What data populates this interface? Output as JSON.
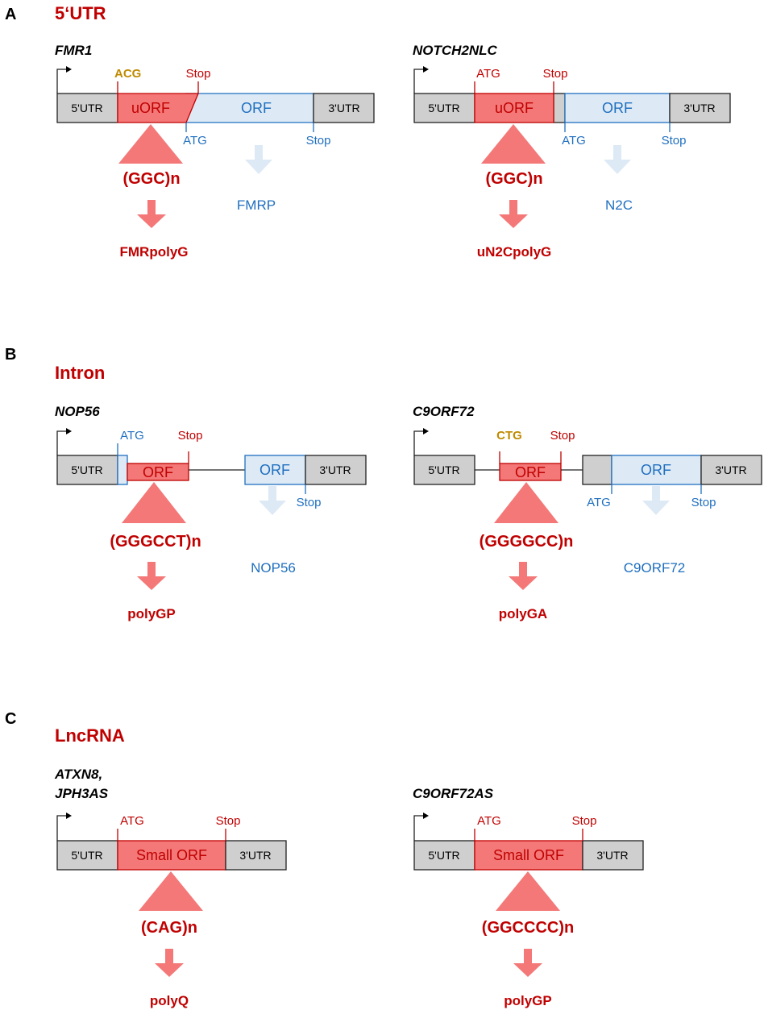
{
  "panels": [
    {
      "letter": "A",
      "title": "5‘UTR",
      "constructs": [
        {
          "gene": "FMR1",
          "utr5": "5'UTR",
          "utr3": "3'UTR",
          "red_orf_label": "uORF",
          "blue_orf_label": "ORF",
          "start_red": "ACG",
          "stop_red": "Stop",
          "start_blue": "ATG",
          "stop_blue": "Stop",
          "repeat": "(GGC)n",
          "product": "FMRpolyG",
          "protein": "FMRP"
        },
        {
          "gene": "NOTCH2NLC",
          "utr5": "5'UTR",
          "utr3": "3'UTR",
          "red_orf_label": "uORF",
          "blue_orf_label": "ORF",
          "start_red": "ATG",
          "stop_red": "Stop",
          "start_blue": "ATG",
          "stop_blue": "Stop",
          "repeat": "(GGC)n",
          "product": "uN2CpolyG",
          "protein": "N2C"
        }
      ]
    },
    {
      "letter": "B",
      "title": "Intron",
      "constructs": [
        {
          "gene": "NOP56",
          "utr5": "5'UTR",
          "utr3": "3'UTR",
          "red_orf_label": "ORF",
          "blue_orf_label": "ORF",
          "start_blue_top": "ATG",
          "stop_red": "Stop",
          "stop_blue": "Stop",
          "repeat": "(GGGCCT)n",
          "product": "polyGP",
          "protein": "NOP56"
        },
        {
          "gene": "C9ORF72",
          "utr5": "5'UTR",
          "utr3": "3'UTR",
          "red_orf_label": "ORF",
          "blue_orf_label": "ORF",
          "start_red": "CTG",
          "stop_red": "Stop",
          "start_blue": "ATG",
          "stop_blue": "Stop",
          "repeat": "(GGGGCC)n",
          "product": "polyGA",
          "protein": "C9ORF72"
        }
      ]
    },
    {
      "letter": "C",
      "title": "LncRNA",
      "constructs": [
        {
          "gene_line1": "ATXN8,",
          "gene_line2": "JPH3AS",
          "utr5": "5'UTR",
          "utr3": "3'UTR",
          "red_orf_label": "Small ORF",
          "start_red": "ATG",
          "stop_red": "Stop",
          "repeat": "(CAG)n",
          "product": "polyQ"
        },
        {
          "gene": "C9ORF72AS",
          "utr5": "5'UTR",
          "utr3": "3'UTR",
          "red_orf_label": "Small ORF",
          "start_red": "ATG",
          "stop_red": "Stop",
          "repeat": "(GGCCCC)n",
          "product": "polyGP"
        }
      ]
    }
  ]
}
